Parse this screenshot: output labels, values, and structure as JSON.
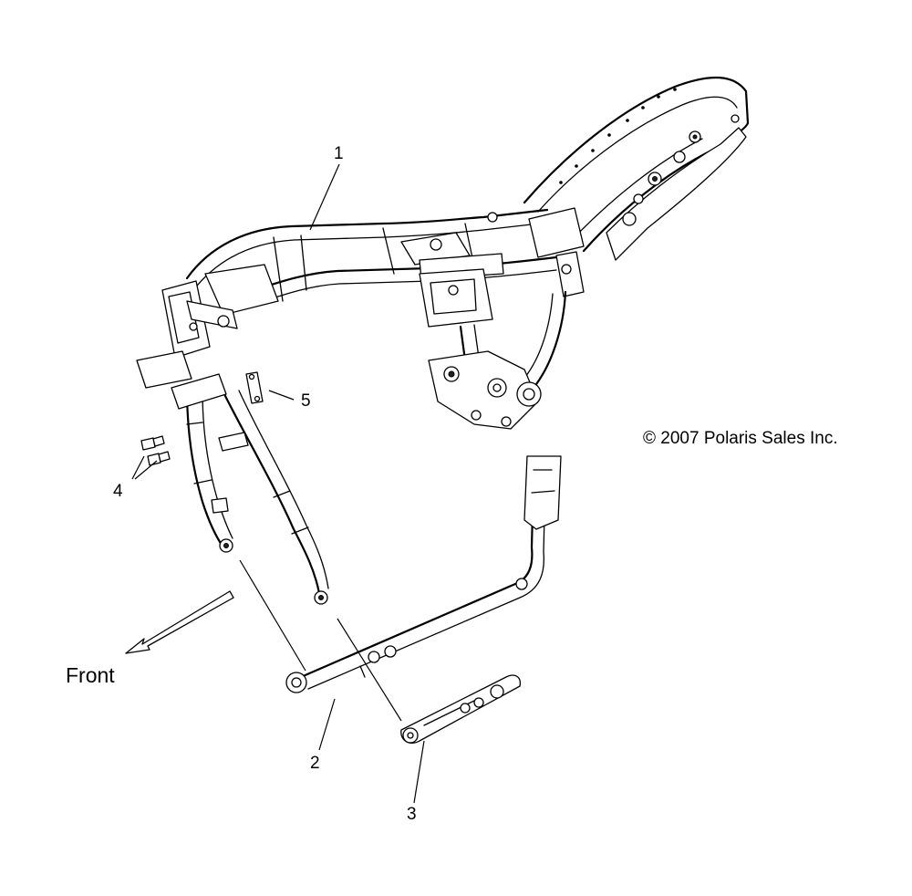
{
  "callouts": {
    "c1": "1",
    "c2": "2",
    "c3": "3",
    "c4": "4",
    "c5": "5"
  },
  "direction_label": "Front",
  "copyright": "© 2007 Polaris Sales Inc.",
  "colors": {
    "line": "#000000",
    "background": "#ffffff"
  }
}
